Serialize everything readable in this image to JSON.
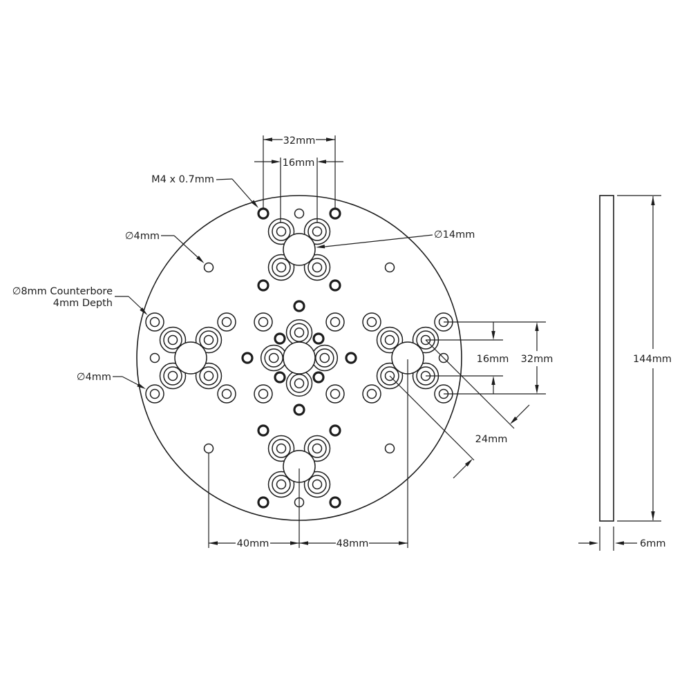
{
  "drawing": {
    "callouts": {
      "tapped_hole": "M4 x 0.7mm",
      "small_hole_top": "∅4mm",
      "counterbore_line1": "∅8mm Counterbore",
      "counterbore_line2": "4mm Depth",
      "small_hole_left": "∅4mm",
      "center_bore": "∅14mm"
    },
    "dimensions": {
      "top_pattern_width": "32mm",
      "top_pattern_inner": "16mm",
      "right_pattern_inner": "16mm",
      "right_pattern_width": "32mm",
      "diagonal_spacing": "24mm",
      "bottom_left_offset": "40mm",
      "bottom_right_offset": "48mm",
      "plate_diameter": "144mm",
      "plate_thickness": "6mm"
    },
    "colors": {
      "ink": "#1c1c1c",
      "paper": "#ffffff"
    }
  }
}
